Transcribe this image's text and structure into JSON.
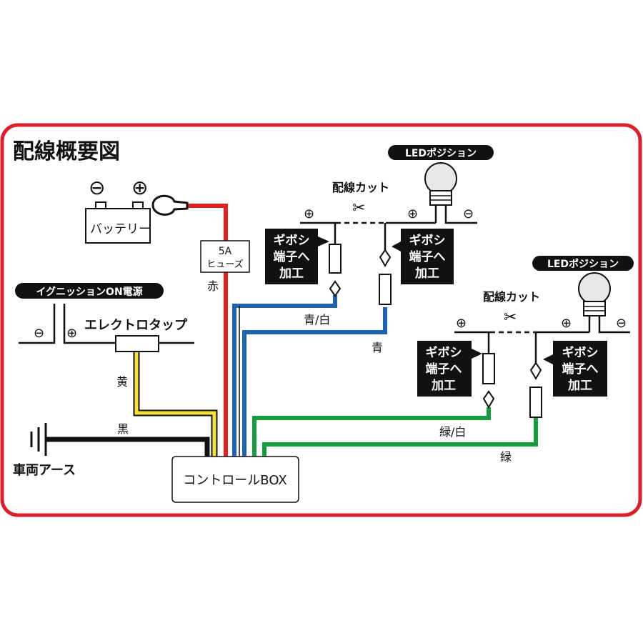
{
  "title": "配線概要図",
  "battery": {
    "label": "バッテリー",
    "minus": "⊖",
    "plus": "⊕"
  },
  "fuse": {
    "line1": "5A",
    "line2": "ヒューズ"
  },
  "ignition": {
    "label": "イグニッションON電源"
  },
  "tap": {
    "label": "エレクトロタップ"
  },
  "ground": {
    "label": "車両アース"
  },
  "control_box": {
    "label": "コントロールBOX"
  },
  "wires": {
    "red": "赤",
    "yellow": "黄",
    "black": "黒",
    "blue_white": "青/白",
    "blue": "青",
    "green_white": "緑/白",
    "green": "緑"
  },
  "left_lamp": {
    "label": "LEDポジション",
    "cut_label": "配線カット",
    "gibosi": [
      "ギボシ",
      "端子へ",
      "加工"
    ]
  },
  "right_lamp": {
    "label": "LEDポジション",
    "cut_label": "配線カット",
    "gibosi": [
      "ギボシ",
      "端子へ",
      "加工"
    ]
  },
  "colors": {
    "frame": "#d9202b",
    "red_wire": "#e0201e",
    "blue_wire": "#1f62b0",
    "green_wire": "#189a3e",
    "yellow_wire": "#f4e23a",
    "black": "#111111"
  }
}
